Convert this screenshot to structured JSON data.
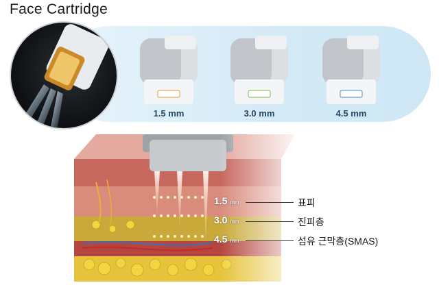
{
  "title": "Face Cartridge",
  "cartridges": [
    {
      "size": "1.5 mm",
      "accent": "#e69a2c"
    },
    {
      "size": "3.0 mm",
      "accent": "#7db84a"
    },
    {
      "size": "4.5 mm",
      "accent": "#4a89c8"
    }
  ],
  "layers": [
    {
      "depth": "1.5",
      "unit": "mm",
      "name": "표피"
    },
    {
      "depth": "3.0",
      "unit": "mm",
      "name": "진피층"
    },
    {
      "depth": "4.5",
      "unit": "mm",
      "name": "섬유 근막층(SMAS)"
    }
  ],
  "colors": {
    "band": "#d4eaf6",
    "size_text": "#244763",
    "skin": "#c9514a",
    "fat": "#e8c400"
  }
}
